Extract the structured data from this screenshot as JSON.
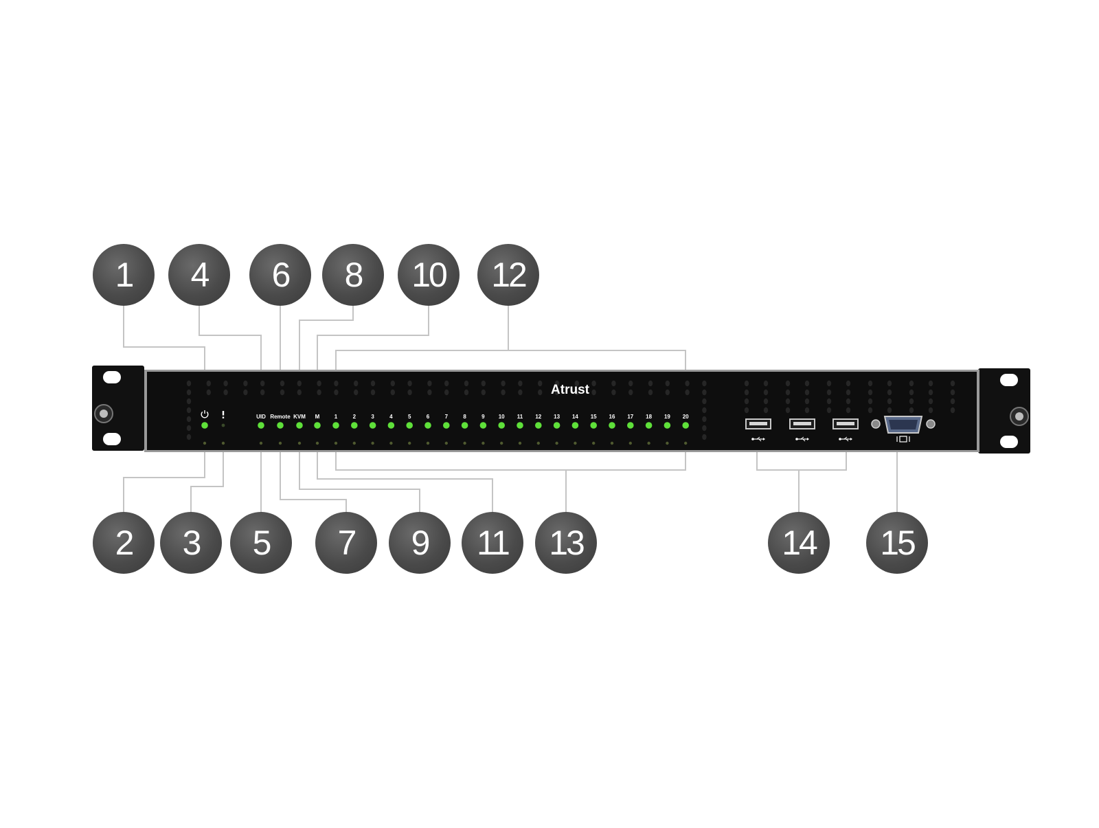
{
  "device": {
    "brand": "Atrust",
    "indicator_labels": [
      "UID",
      "Remote",
      "KVM",
      "M"
    ],
    "port_numbers": [
      "1",
      "2",
      "3",
      "4",
      "5",
      "6",
      "7",
      "8",
      "9",
      "10",
      "11",
      "12",
      "13",
      "14",
      "15",
      "16",
      "17",
      "18",
      "19",
      "20"
    ],
    "led_color": "#5fe03a",
    "body_color": "#0e0e0e"
  },
  "icons": {
    "power": "power-icon",
    "alert": "exclamation-icon",
    "usb": "usb-icon",
    "vga": "monitor-icon"
  },
  "callouts": {
    "top": [
      "1",
      "4",
      "6",
      "8",
      "10",
      "12"
    ],
    "bottom": [
      "2",
      "3",
      "5",
      "7",
      "9",
      "11",
      "13",
      "14",
      "15"
    ]
  }
}
